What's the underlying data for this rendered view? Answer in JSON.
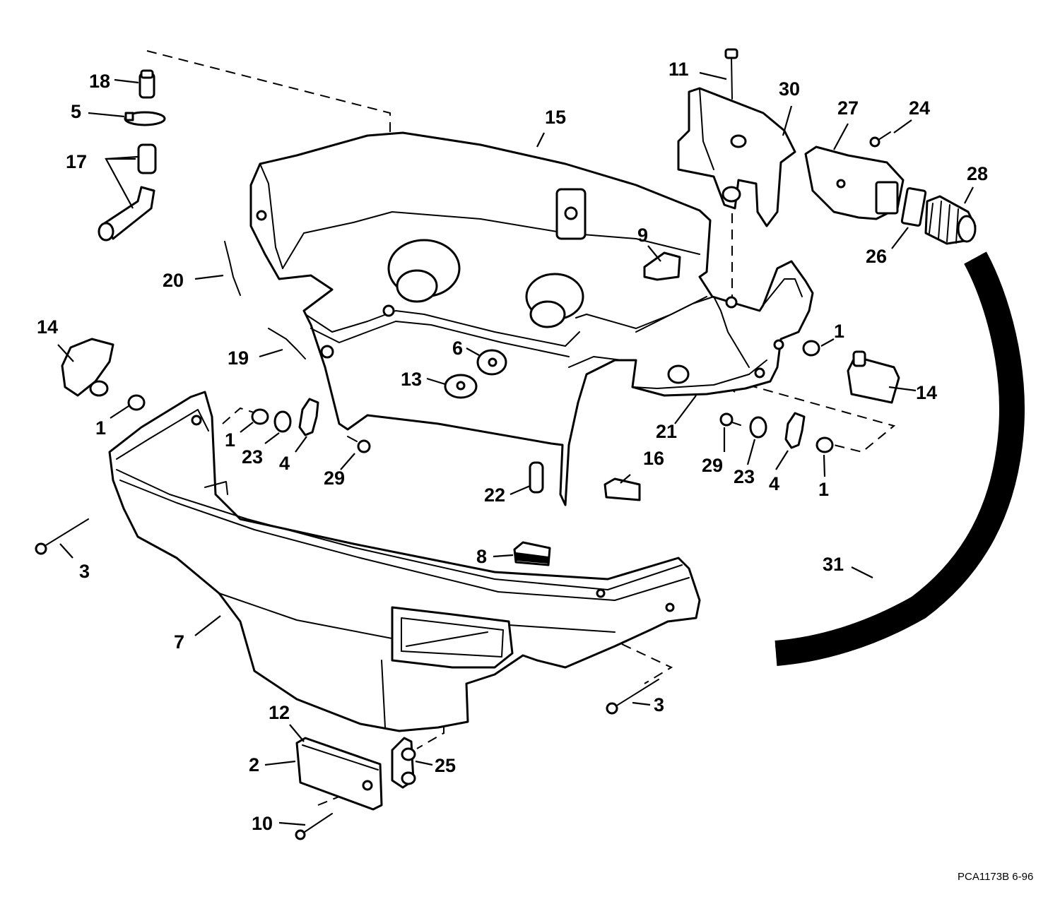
{
  "diagram": {
    "callouts": [
      {
        "id": "c18",
        "text": "18"
      },
      {
        "id": "c5",
        "text": "5"
      },
      {
        "id": "c17",
        "text": "17"
      },
      {
        "id": "c20",
        "text": "20"
      },
      {
        "id": "c14a",
        "text": "14"
      },
      {
        "id": "c19",
        "text": "19"
      },
      {
        "id": "c1a",
        "text": "1"
      },
      {
        "id": "c1b",
        "text": "1"
      },
      {
        "id": "c23a",
        "text": "23"
      },
      {
        "id": "c4a",
        "text": "4"
      },
      {
        "id": "c29a",
        "text": "29"
      },
      {
        "id": "c3a",
        "text": "3"
      },
      {
        "id": "c7",
        "text": "7"
      },
      {
        "id": "c12",
        "text": "12"
      },
      {
        "id": "c2",
        "text": "2"
      },
      {
        "id": "c10",
        "text": "10"
      },
      {
        "id": "c25",
        "text": "25"
      },
      {
        "id": "c15",
        "text": "15"
      },
      {
        "id": "c6",
        "text": "6"
      },
      {
        "id": "c13",
        "text": "13"
      },
      {
        "id": "c22",
        "text": "22"
      },
      {
        "id": "c8",
        "text": "8"
      },
      {
        "id": "c16",
        "text": "16"
      },
      {
        "id": "c11",
        "text": "11"
      },
      {
        "id": "c30",
        "text": "30"
      },
      {
        "id": "c27",
        "text": "27"
      },
      {
        "id": "c24",
        "text": "24"
      },
      {
        "id": "c28",
        "text": "28"
      },
      {
        "id": "c26",
        "text": "26"
      },
      {
        "id": "c9",
        "text": "9"
      },
      {
        "id": "c1c",
        "text": "1"
      },
      {
        "id": "c14b",
        "text": "14"
      },
      {
        "id": "c21",
        "text": "21"
      },
      {
        "id": "c29b",
        "text": "29"
      },
      {
        "id": "c23b",
        "text": "23"
      },
      {
        "id": "c4b",
        "text": "4"
      },
      {
        "id": "c1d",
        "text": "1"
      },
      {
        "id": "c31",
        "text": "31"
      },
      {
        "id": "c3b",
        "text": "3"
      }
    ],
    "drawing_code": "PCA1173B  6-96"
  }
}
